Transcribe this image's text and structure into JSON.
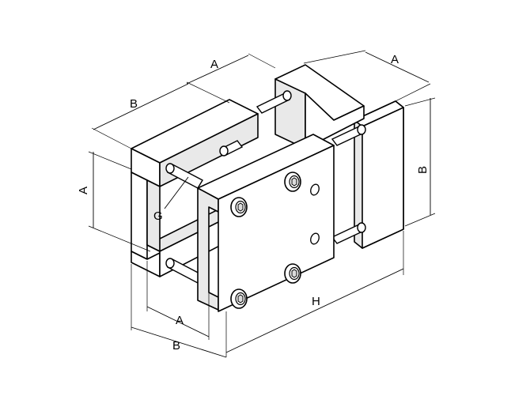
{
  "drawing": {
    "labels": {
      "a_top_left": "A",
      "b_top_left": "B",
      "a_top_right": "A",
      "b_right": "B",
      "a_left": "A",
      "g_callout": "G",
      "h_bottom": "H",
      "a_bottom": "A",
      "b_bottom": "B"
    },
    "colors": {
      "line": "#000000",
      "face": "#ffffff",
      "shade": "#e9e9e9",
      "background": "#ffffff"
    }
  }
}
